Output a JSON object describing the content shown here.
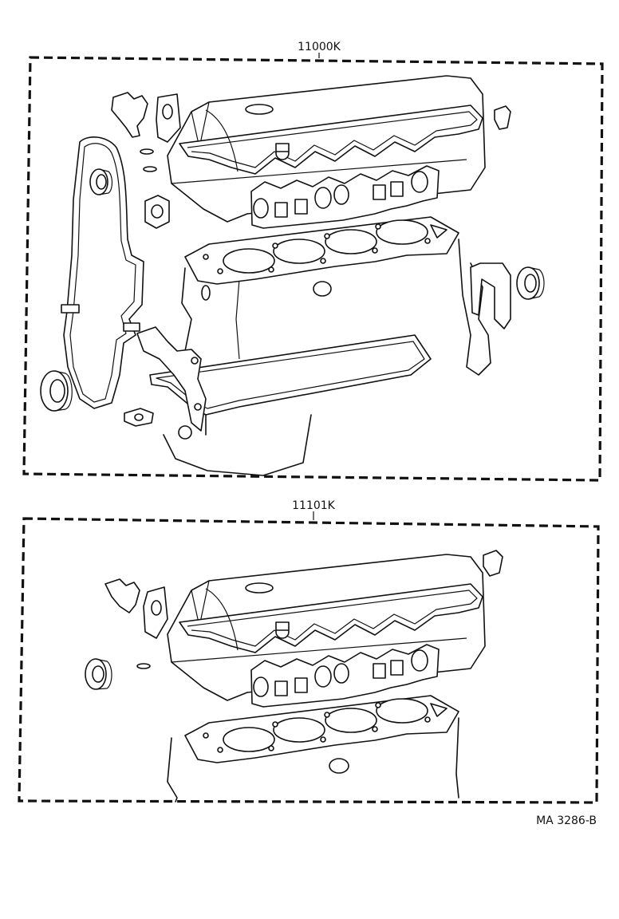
{
  "diagram": {
    "kits": [
      {
        "part_number": "11000K"
      },
      {
        "part_number": "11101K"
      }
    ],
    "figure_code": "MA 3286-B"
  }
}
